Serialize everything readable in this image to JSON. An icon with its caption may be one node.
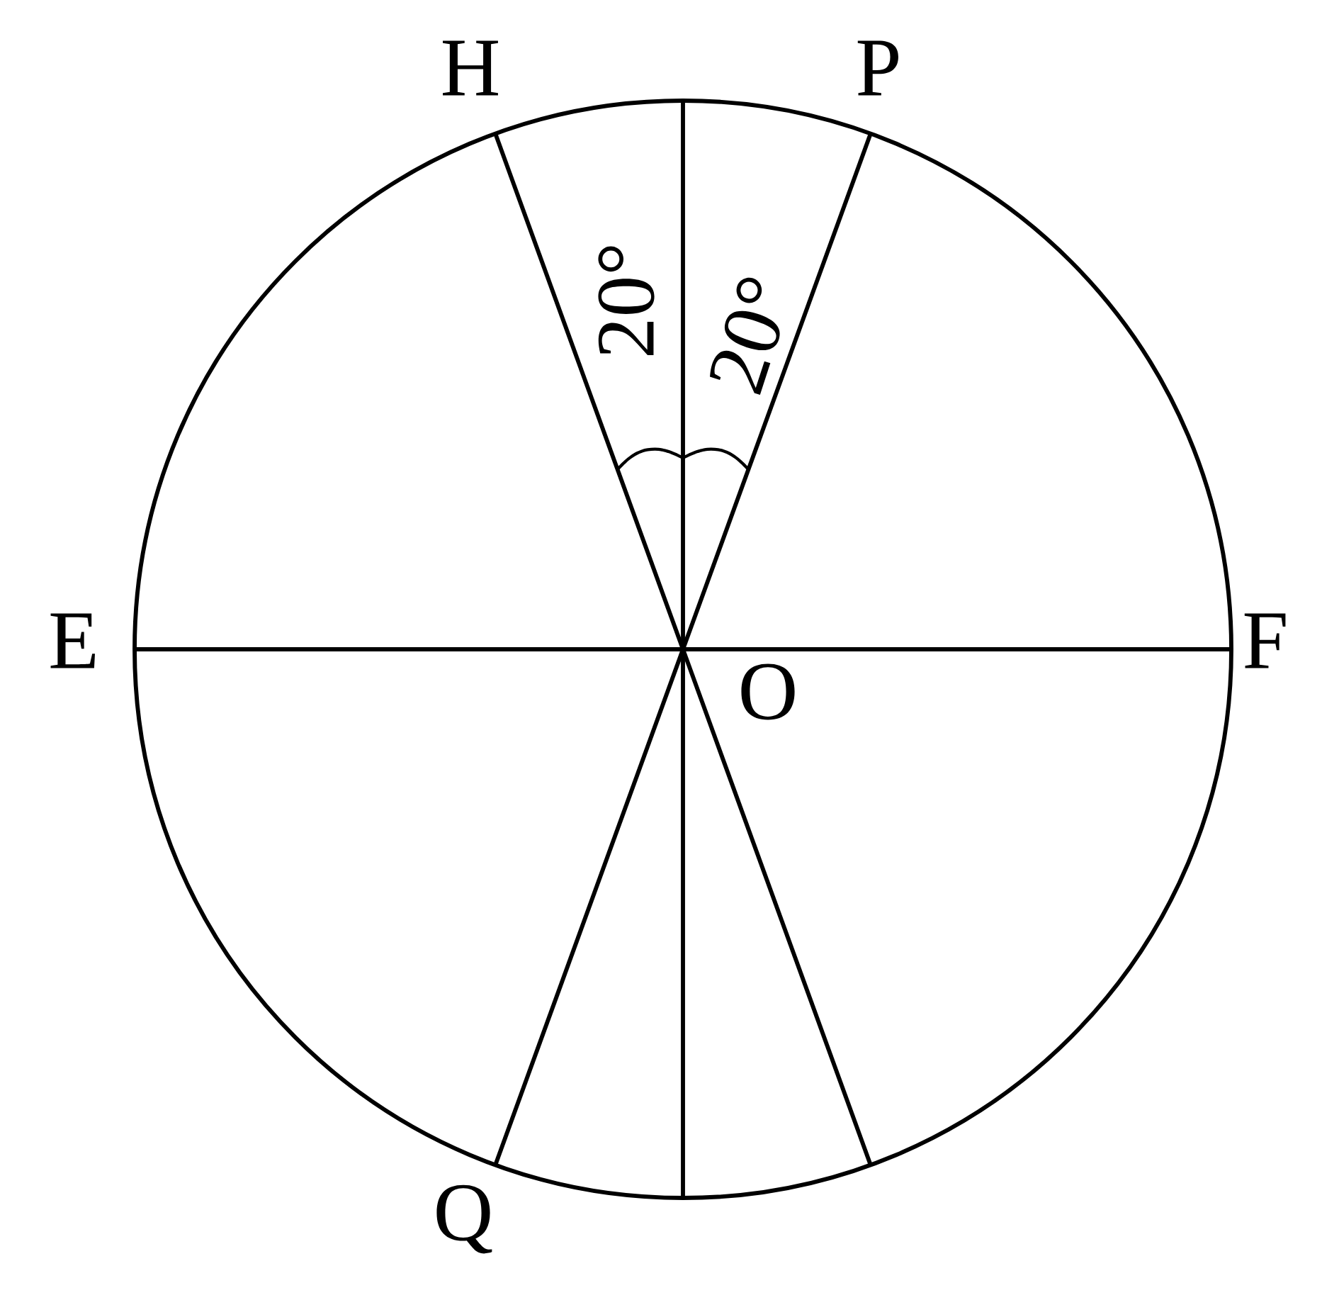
{
  "diagram": {
    "labels": [
      "H",
      "P",
      "E",
      "F",
      "O",
      "Q",
      "20°",
      "20°"
    ]
  }
}
